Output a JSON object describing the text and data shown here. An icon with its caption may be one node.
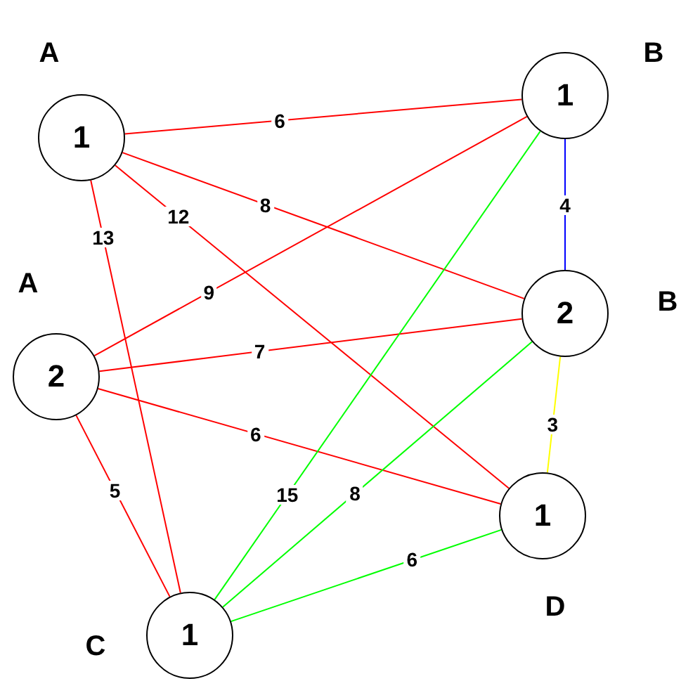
{
  "diagram": {
    "nodes": [
      {
        "text": [
          "1"
        ],
        "beside": [
          "A"
        ]
      },
      {
        "text": [
          "1"
        ],
        "beside": [
          "B"
        ]
      },
      {
        "text": [
          "2"
        ],
        "beside": [
          "A"
        ]
      },
      {
        "text": [
          "2"
        ],
        "beside": [
          "B"
        ]
      },
      {
        "text": [
          "1"
        ],
        "beside": [
          "D"
        ]
      },
      {
        "text": [
          "1"
        ],
        "beside": [
          "C"
        ]
      }
    ],
    "edges": [
      {
        "from": 0,
        "to": 1,
        "arrow": "none",
        "label": "6"
      },
      {
        "from": 0,
        "to": 3,
        "arrow": "none",
        "label": "8"
      },
      {
        "from": 0,
        "to": 4,
        "arrow": "none",
        "label": "12"
      },
      {
        "from": 0,
        "to": 5,
        "arrow": "none",
        "label": "13"
      },
      {
        "from": 2,
        "to": 1,
        "arrow": "none",
        "label": "9"
      },
      {
        "from": 2,
        "to": 3,
        "arrow": "none",
        "label": "7"
      },
      {
        "from": 2,
        "to": 4,
        "arrow": "none",
        "label": "6"
      },
      {
        "from": 2,
        "to": 5,
        "arrow": "none",
        "label": "5"
      },
      {
        "from": 1,
        "to": 3,
        "arrow": "none",
        "label": "4",
        "color": "#0000ff"
      },
      {
        "from": 3,
        "to": 4,
        "arrow": "none",
        "label": "3",
        "color": "#ffff00"
      },
      {
        "from": 1,
        "to": 5,
        "arrow": "none",
        "label": "15",
        "color": "#00ff00"
      },
      {
        "from": 3,
        "to": 5,
        "arrow": "none",
        "label": "8",
        "color": "#00ff00"
      },
      {
        "from": 4,
        "to": 5,
        "arrow": "none",
        "label": "6",
        "color": "#00ff00"
      }
    ]
  }
}
